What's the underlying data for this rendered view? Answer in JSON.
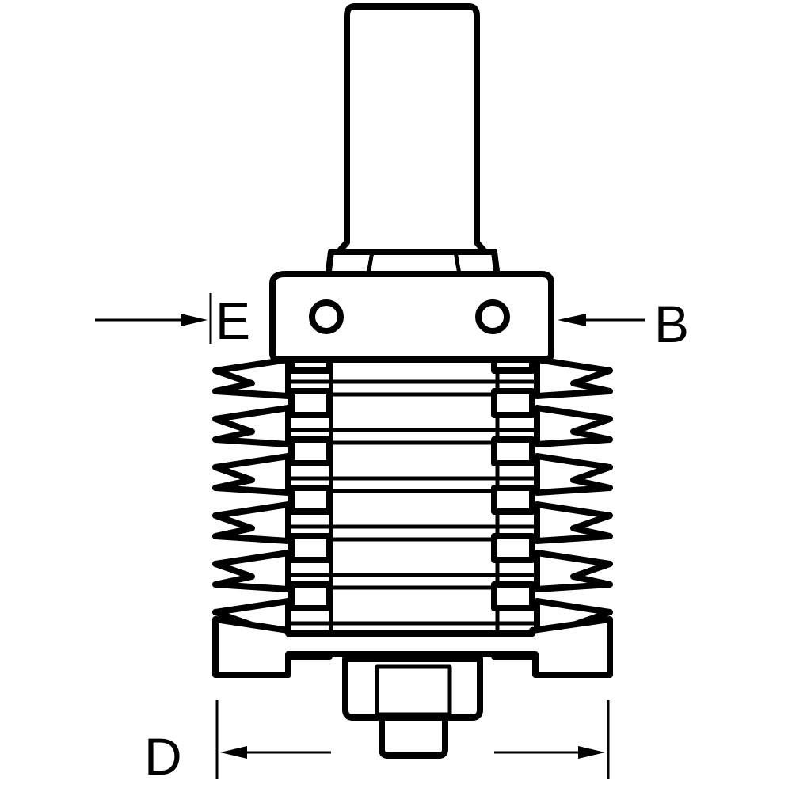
{
  "diagram": {
    "labels": {
      "e": "E",
      "b": "B",
      "d": "D"
    },
    "line_color": "#000000",
    "background_color": "#ffffff"
  }
}
